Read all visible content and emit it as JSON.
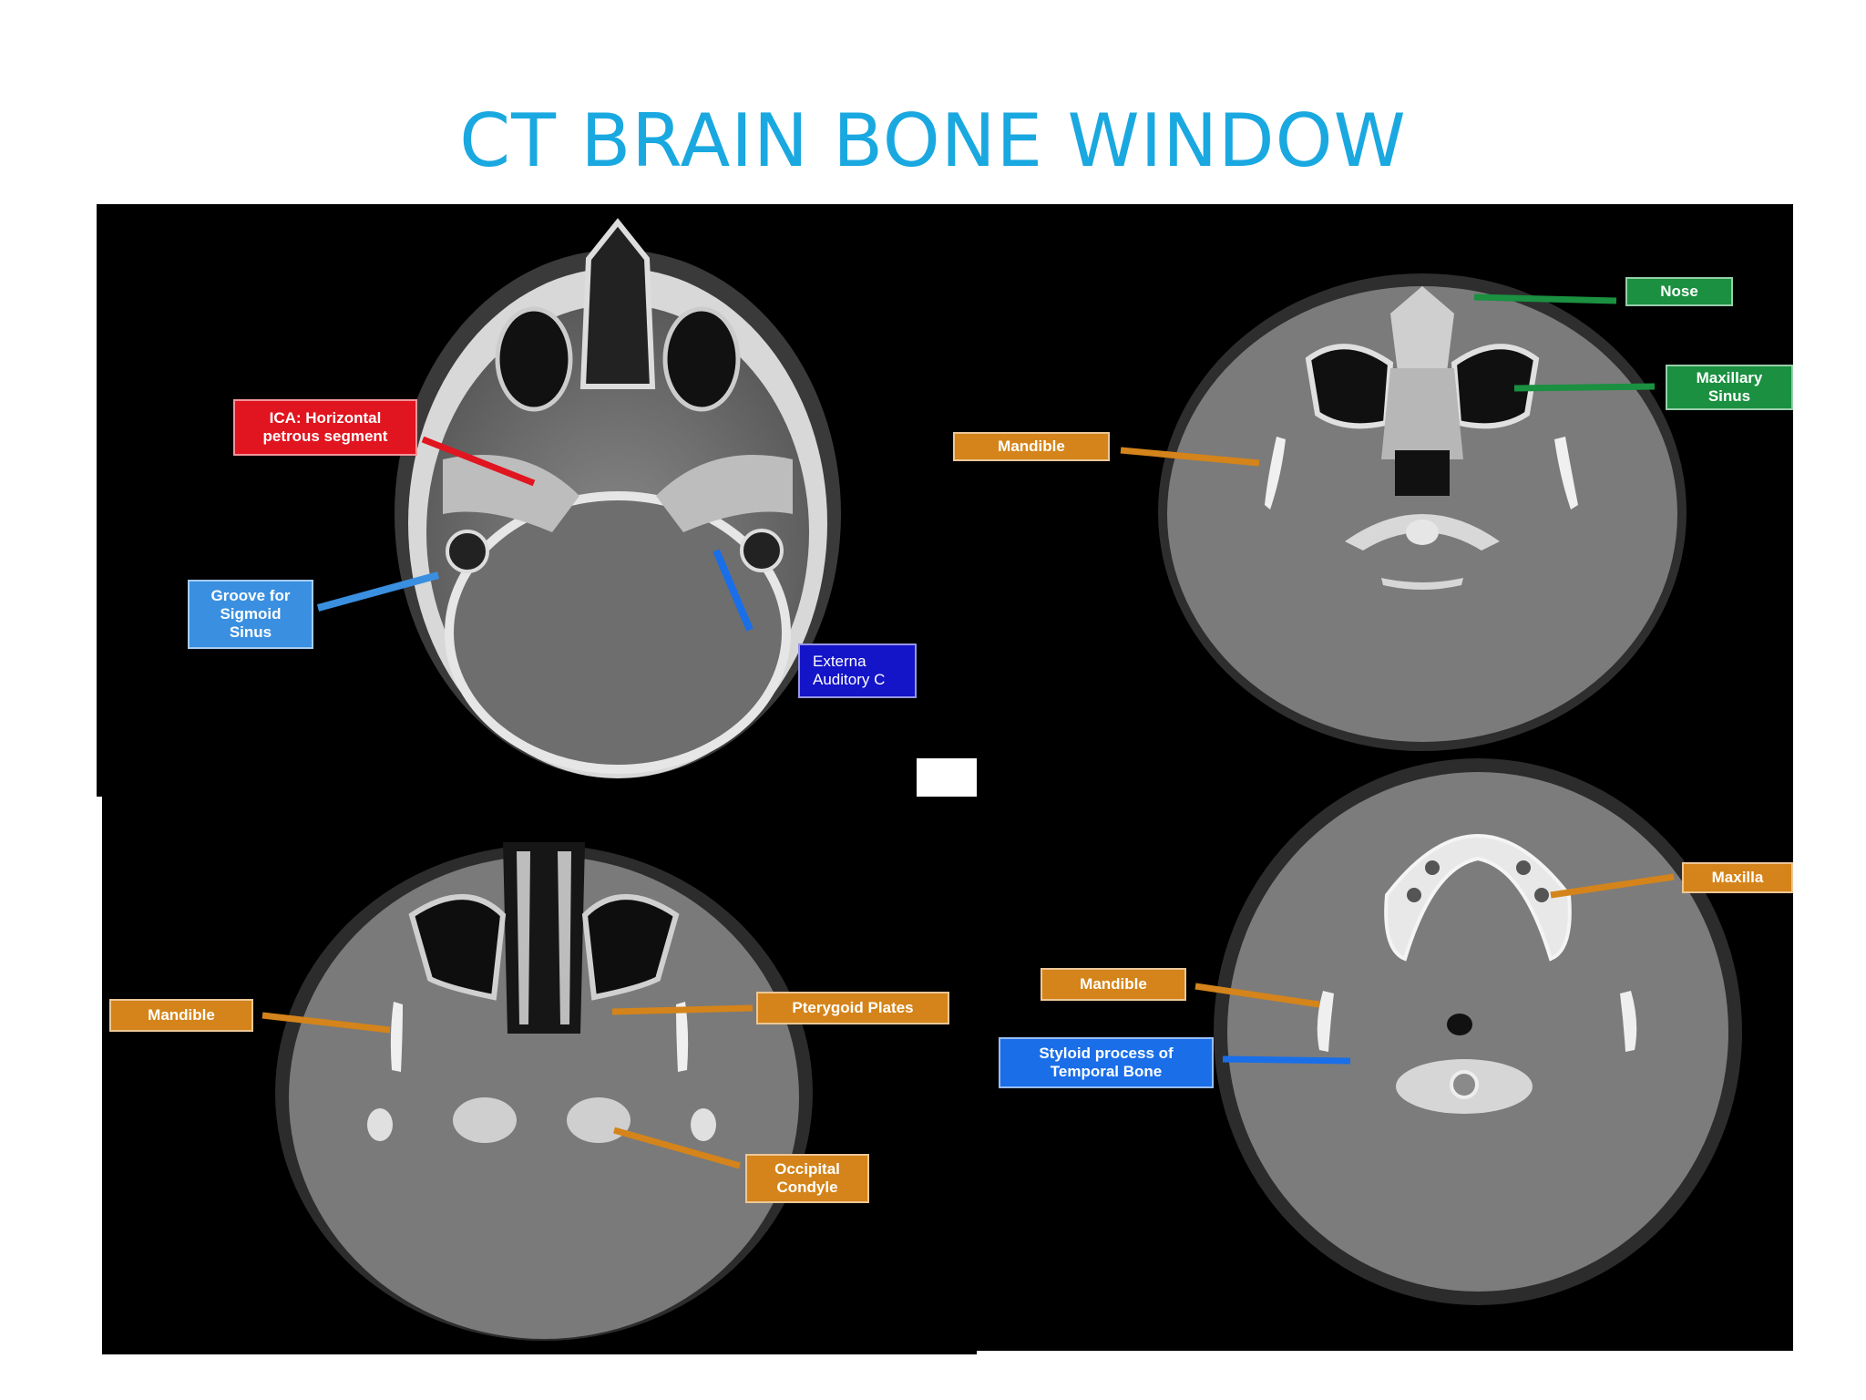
{
  "slide": {
    "title": "CT BRAIN BONE WINDOW"
  },
  "panels": [
    {
      "id": "top-left",
      "labels": {
        "ica": "ICA: Horizontal\npetrous segment",
        "sigmoid": "Groove for\nSigmoid\nSinus",
        "auditory": "Externa\nAuditory C"
      }
    },
    {
      "id": "top-right",
      "labels": {
        "nose": "Nose",
        "maxillary_sinus": "Maxillary\nSinus",
        "mandible": "Mandible"
      }
    },
    {
      "id": "bottom-left",
      "labels": {
        "mandible": "Mandible",
        "pterygoid": "Pterygoid Plates",
        "occipital": "Occipital\nCondyle"
      }
    },
    {
      "id": "bottom-right",
      "labels": {
        "maxilla": "Maxilla",
        "mandible": "Mandible",
        "styloid": "Styloid process of\nTemporal Bone"
      }
    }
  ],
  "colors": {
    "title": "#1aa8e0",
    "orange_label": "#d4841a",
    "red_label": "#e0151f",
    "blue_label": "#3a8fe0",
    "navy_label": "#1414c8",
    "green_label": "#1a9040",
    "panel_background": "#000000"
  }
}
